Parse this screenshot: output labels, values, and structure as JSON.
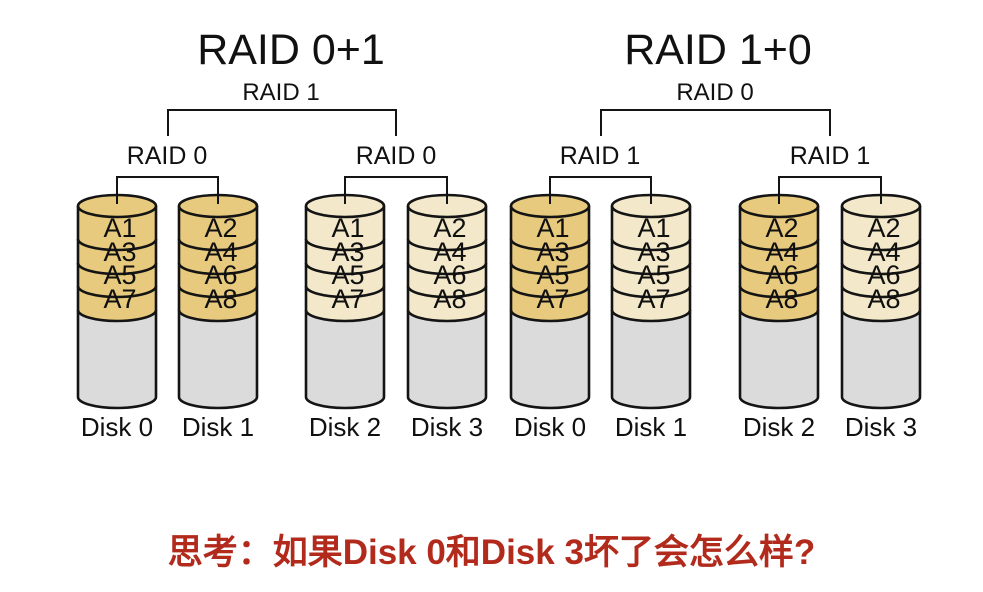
{
  "colors": {
    "gold": "#E7CA7E",
    "cream": "#F3E9CA",
    "gray": "#DBDBDB",
    "outline": "#141414"
  },
  "caption": {
    "text": "思考：如果Disk 0和Disk 3坏了会怎么样?",
    "color": "#B22A1C"
  },
  "groups": [
    {
      "title": "RAID 0+1",
      "level1_label": "RAID 1",
      "subgroups": [
        {
          "label": "RAID 0",
          "disks": [
            {
              "name": "Disk 0",
              "tone": "gold",
              "blocks": [
                "A1",
                "A3",
                "A5",
                "A7"
              ]
            },
            {
              "name": "Disk 1",
              "tone": "gold",
              "blocks": [
                "A2",
                "A4",
                "A6",
                "A8"
              ]
            }
          ]
        },
        {
          "label": "RAID 0",
          "disks": [
            {
              "name": "Disk 2",
              "tone": "cream",
              "blocks": [
                "A1",
                "A3",
                "A5",
                "A7"
              ]
            },
            {
              "name": "Disk 3",
              "tone": "cream",
              "blocks": [
                "A2",
                "A4",
                "A6",
                "A8"
              ]
            }
          ]
        }
      ]
    },
    {
      "title": "RAID 1+0",
      "level1_label": "RAID 0",
      "subgroups": [
        {
          "label": "RAID 1",
          "disks": [
            {
              "name": "Disk 0",
              "tone": "gold",
              "blocks": [
                "A1",
                "A3",
                "A5",
                "A7"
              ]
            },
            {
              "name": "Disk 1",
              "tone": "cream",
              "blocks": [
                "A1",
                "A3",
                "A5",
                "A7"
              ]
            }
          ]
        },
        {
          "label": "RAID 1",
          "disks": [
            {
              "name": "Disk 2",
              "tone": "gold",
              "blocks": [
                "A2",
                "A4",
                "A6",
                "A8"
              ]
            },
            {
              "name": "Disk 3",
              "tone": "cream",
              "blocks": [
                "A2",
                "A4",
                "A6",
                "A8"
              ]
            }
          ]
        }
      ]
    }
  ]
}
